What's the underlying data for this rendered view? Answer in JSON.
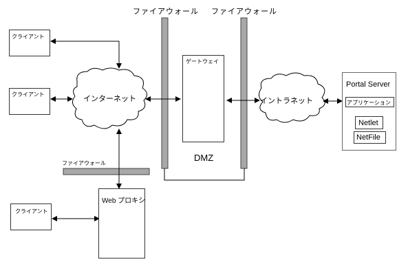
{
  "firewall_label": "ファイアウォール",
  "client_label": "クライアント",
  "internet_label": "インターネット",
  "intranet_label": "イントラネット",
  "gateway_label": "ゲートウェイ",
  "dmz_label": "DMZ",
  "web_proxy_label": "Web プロキシ",
  "portal_server": {
    "title": "Portal Server",
    "components": [
      "アプリケーション",
      "Netlet",
      "NetFile"
    ]
  },
  "colors": {
    "firewall": "#a8a8a8",
    "line": "#000000"
  }
}
